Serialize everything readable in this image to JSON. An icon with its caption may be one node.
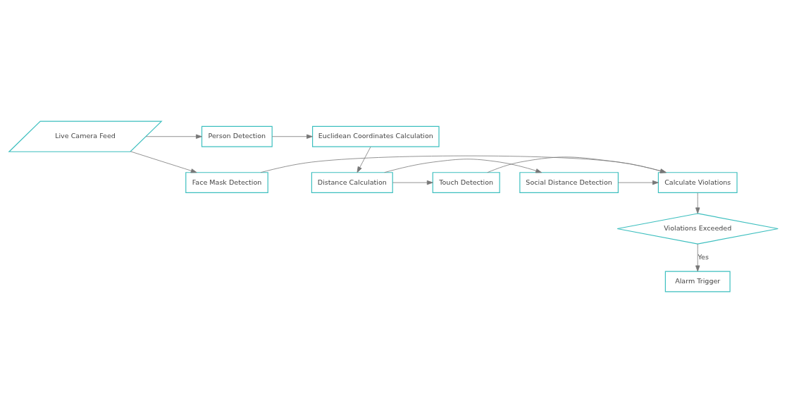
{
  "diagram": {
    "nodes": [
      {
        "text": [
          "Live Camera Feed"
        ]
      },
      {
        "text": [
          "Person Detection"
        ]
      },
      {
        "text": [
          "Euclidean Coordinates Calculation"
        ]
      },
      {
        "text": [
          "Face Mask Detection"
        ]
      },
      {
        "text": [
          "Calculate Violations"
        ]
      },
      {
        "text": [
          "Social Distance Detection"
        ]
      },
      {
        "text": [
          "Touch Detection"
        ]
      },
      {
        "text": [
          "Distance Calculation"
        ]
      },
      {
        "text": [
          "Violations Exceeded"
        ]
      },
      {
        "text": [
          "Alarm Trigger"
        ]
      }
    ],
    "edges": [
      {
        "from": 0,
        "to": 1,
        "arrow": "to"
      },
      {
        "from": 1,
        "to": 2,
        "arrow": "to"
      },
      {
        "from": 2,
        "to": 7,
        "arrow": "to"
      },
      {
        "from": 0,
        "to": 3,
        "arrow": "to"
      },
      {
        "from": 3,
        "to": 4,
        "arrow": "to"
      },
      {
        "from": 7,
        "to": 5,
        "arrow": "to"
      },
      {
        "from": 7,
        "to": 6,
        "arrow": "to"
      },
      {
        "from": 5,
        "to": 4,
        "arrow": "to"
      },
      {
        "from": 6,
        "to": 4,
        "arrow": "to"
      },
      {
        "from": 4,
        "to": 8,
        "arrow": "to"
      },
      {
        "from": 8,
        "to": 9,
        "label": "Yes",
        "arrow": "to"
      }
    ]
  }
}
